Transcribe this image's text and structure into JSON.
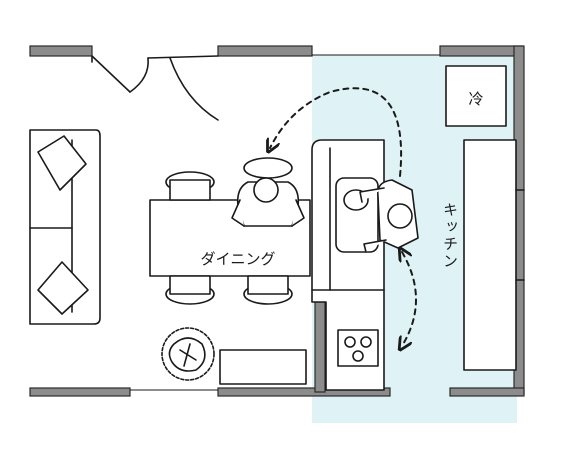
{
  "labels": {
    "dining": "ダイニング",
    "kitchen": "キッチン",
    "fridge": "冷"
  },
  "colors": {
    "kitchen_area": "#dff3f6",
    "wall": "#8c8c8c",
    "line": "#1a1a1a"
  },
  "icons": [
    "door-swing-icon",
    "sofa-icon",
    "person-icon",
    "stove-icon",
    "sink-icon",
    "plant-icon",
    "arrow-icon"
  ]
}
